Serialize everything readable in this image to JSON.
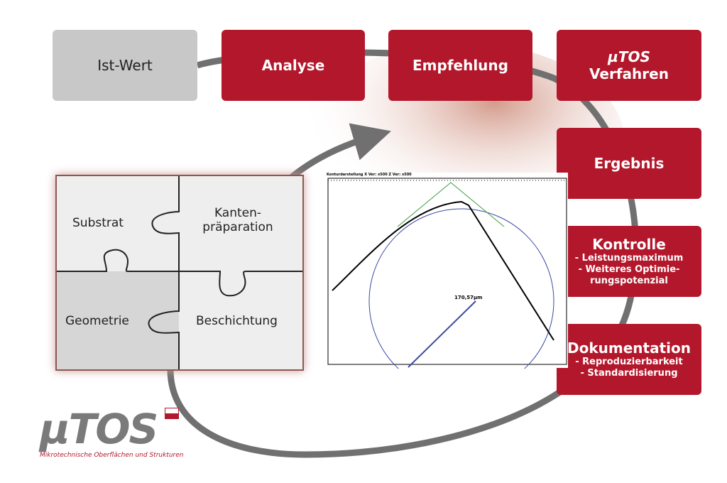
{
  "process": {
    "ist_wert": "Ist-Wert",
    "analyse": "Analyse",
    "empfehlung": "Empfehlung",
    "verfahren_line1": "µTOS",
    "verfahren_line2": "Verfahren",
    "ergebnis": "Ergebnis",
    "kontrolle": {
      "title": "Kontrolle",
      "items": [
        "- Leistungsmaximum",
        "- Weiteres Optimie-",
        "rungspotenzial"
      ]
    },
    "dokumentation": {
      "title": "Dokumentation",
      "items": [
        "- Reproduzierbarkeit",
        "- Standardisierung"
      ]
    }
  },
  "puzzle": {
    "substrat": "Substrat",
    "kanten1": "Kanten-",
    "kanten2": "präparation",
    "geometrie": "Geometrie",
    "beschichtung": "Beschichtung"
  },
  "chart": {
    "header": "Konturdarstellung  X Ver: x500  Z Ver: x500",
    "radius_label": "170,57µm"
  },
  "logo": {
    "mark": "µTOS",
    "tagline": "Mikrotechnische Oberflächen und Strukturen"
  },
  "colors": {
    "accent": "#b3172b",
    "gray": "#c8c8c8",
    "loop": "#707070"
  }
}
